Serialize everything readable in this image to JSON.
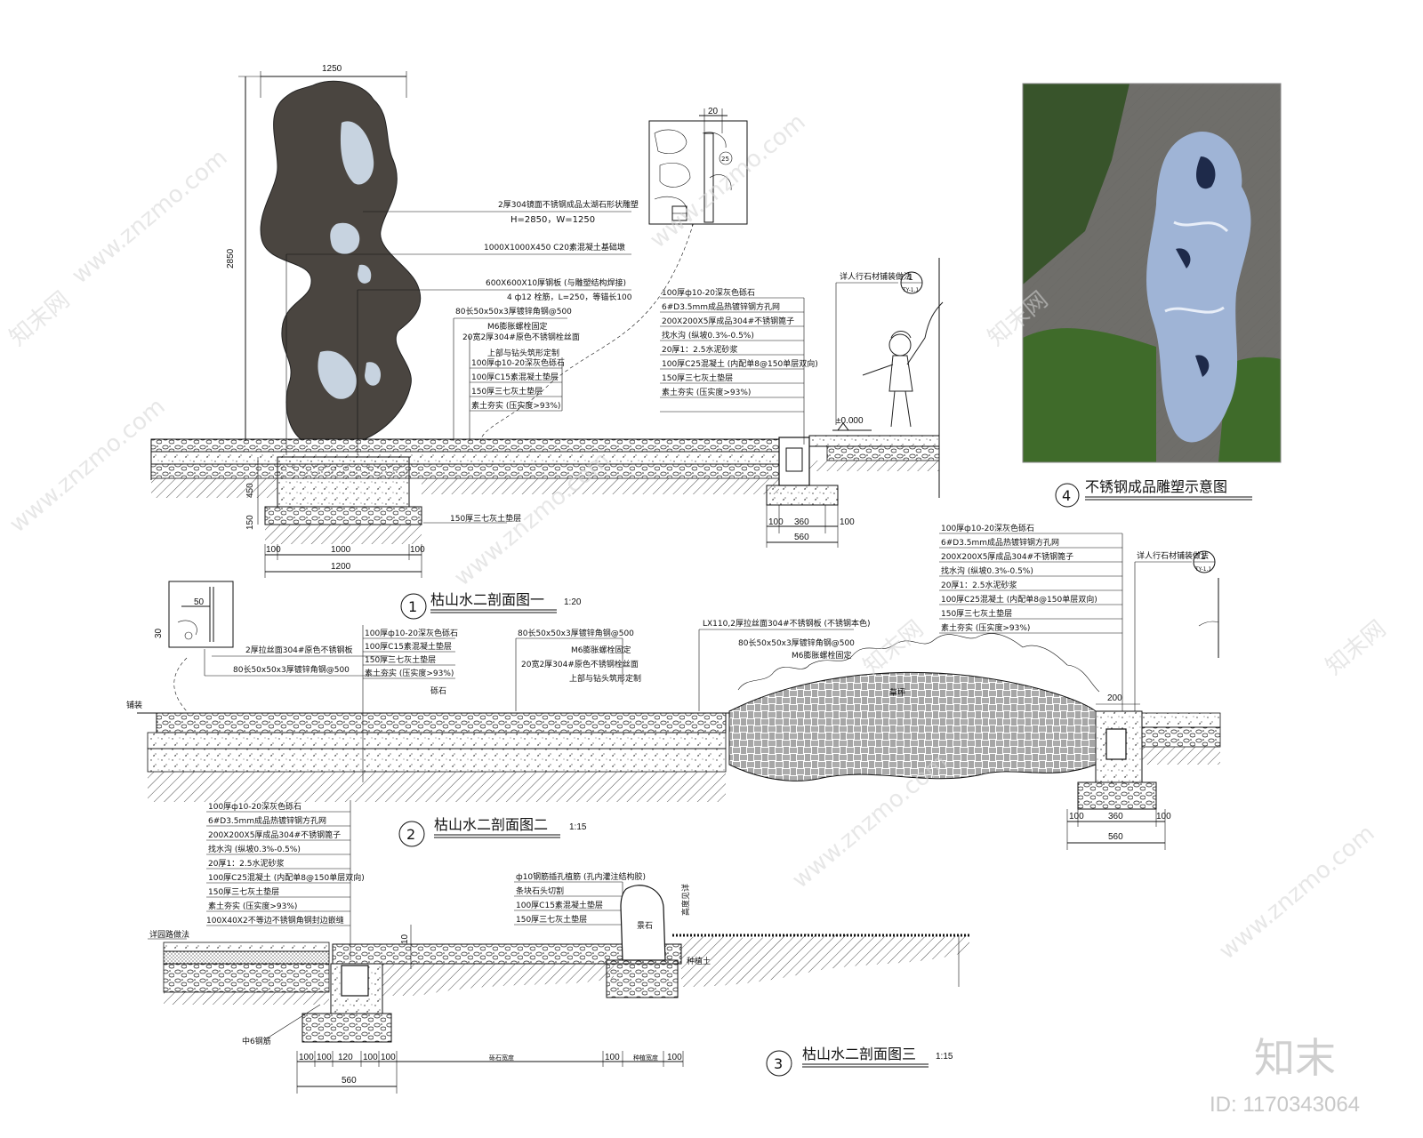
{
  "sections": {
    "s1": {
      "number": "1",
      "title": "枯山水二剖面图一",
      "scale": "1:20",
      "top_dim": "1250",
      "height_dim": "2850",
      "callouts": [
        "2厚304镜面不锈钢成品太湖石形状雕塑",
        "H=2850，W=1250",
        "1000X1000X450 C20素混凝土基础墩",
        "600X600X10厚钢板 (与雕塑结构焊接)",
        "4 ф12 栓筋，L=250，等锚长100",
        "80长50x50x3厚镀锌角钢@500",
        "M6膨胀螺栓固定",
        "20宽2厚304#原色不锈钢栓丝面",
        "上部与钻头筑形定制",
        "100厚ф10-20深灰色砾石",
        "100厚C15素混凝土垫层",
        "150厚三七灰土垫层",
        "素土夯实 (压实度>93%)"
      ],
      "right_callouts": [
        "100厚ф10-20深灰色砾石",
        "6#D3.5mm成品热镀锌钢方孔网",
        "200X200X5厚成品304#不锈钢篦子",
        "找水沟 (纵坡0.3%-0.5%)",
        "20厚1：2.5水泥砂浆",
        "100厚C25混凝土 (内配单8@150单层双向)",
        "150厚三七灰土垫层",
        "素土夯实 (压实度>93%)"
      ],
      "ref_note": "详人行石材铺装做法",
      "ref_num": "1",
      "ref_sheet": "TY-1.1",
      "elevation": "±0.000",
      "bottom_note": "150厚三七灰土垫层",
      "dims_bottom": [
        "100",
        "1000",
        "100"
      ],
      "dim_total": "1200",
      "dims_left": [
        "450",
        "150"
      ],
      "drain_dims": [
        "100",
        "360",
        "100"
      ],
      "drain_total": "560",
      "detail_dim": "20",
      "detail_dim2": "25"
    },
    "s2": {
      "number": "2",
      "title": "枯山水二剖面图二",
      "scale": "1:15",
      "detail_dims": [
        "50",
        "30"
      ],
      "detail_callouts": [
        "2厚拉丝面304#原色不锈钢板",
        "80长50x50x3厚镀锌角钢@500"
      ],
      "left_callouts": [
        "100厚ф10-20深灰色砾石",
        "100厚C15素混凝土垫层",
        "150厚三七灰土垫层",
        "素土夯实 (压实度>93%)"
      ],
      "mid_callouts": [
        "80长50x50x3厚镀锌角钢@500",
        "M6膨胀螺栓固定",
        "20宽2厚304#原色不锈钢栓丝面",
        "上部与钻头筑形定制"
      ],
      "edge_callouts": [
        "LX110,2厚拉丝面304#不锈钢板 (不锈钢本色)",
        "80长50x50x3厚镀锌角钢@500",
        "M6膨胀螺栓固定"
      ],
      "right_callouts": [
        "100厚ф10-20深灰色砾石",
        "6#D3.5mm成品热镀锌钢方孔网",
        "200X200X5厚成品304#不锈钢篦子",
        "找水沟 (纵坡0.3%-0.5%)",
        "20厚1：2.5水泥砂浆",
        "100厚C25混凝土 (内配单8@150单层双向)",
        "150厚三七灰土垫层",
        "素土夯实 (压实度>93%)"
      ],
      "ref_note": "详人行石材铺装做法",
      "ref_num": "1",
      "ref_sheet": "TY-1.1",
      "left_tag": "铺装",
      "mid_tag": "砾石",
      "mound_tag": "草坪",
      "edge_dim": "200",
      "drain_dims": [
        "100",
        "360",
        "100"
      ],
      "drain_total": "560"
    },
    "s3": {
      "number": "3",
      "title": "枯山水二剖面图三",
      "scale": "1:15",
      "callouts": [
        "100厚ф10-20深灰色砾石",
        "6#D3.5mm成品热镀锌钢方孔网",
        "200X200X5厚成品304#不锈钢篦子",
        "找水沟 (纵坡0.3%-0.5%)",
        "20厚1：2.5水泥砂浆",
        "100厚C25混凝土 (内配单8@150单层双向)",
        "150厚三七灰土垫层",
        "素土夯实 (压实度>93%)",
        "100X40X2不等边不锈钢角钢封边嵌缝"
      ],
      "stone_callouts": [
        "ф10钢筋插孔植筋 (孔内灌注结构胶)",
        "条块石头切割",
        "100厚C15素混凝土垫层",
        "150厚三七灰土垫层"
      ],
      "left_note": "详园路做法",
      "rebar_note": "中6钢筋",
      "stone_tag": "景石",
      "stone_height": "高度见详",
      "soil_tag": "种植土",
      "vdim": "10",
      "dims_bottom": [
        "100",
        "100",
        "120",
        "100",
        "100"
      ],
      "dim_total": "560",
      "mid_label": "砾石宽度",
      "mid_dim": "100",
      "right_label": "种植宽度",
      "right_dim": "100"
    },
    "s4": {
      "number": "4",
      "title": "不锈钢成品雕塑示意图"
    }
  },
  "watermark": {
    "text": "www.znzmo.com",
    "cn_text": "知末网",
    "brand": "知末",
    "id": "ID: 1170343064"
  },
  "colors": {
    "rock": "#4a4540",
    "rock_hole": "#c7d3e0",
    "ink": "#111111",
    "photo_wall": "#6f6e6a",
    "photo_bush": "#3f6b2a",
    "steel": "#9fb4d6"
  }
}
